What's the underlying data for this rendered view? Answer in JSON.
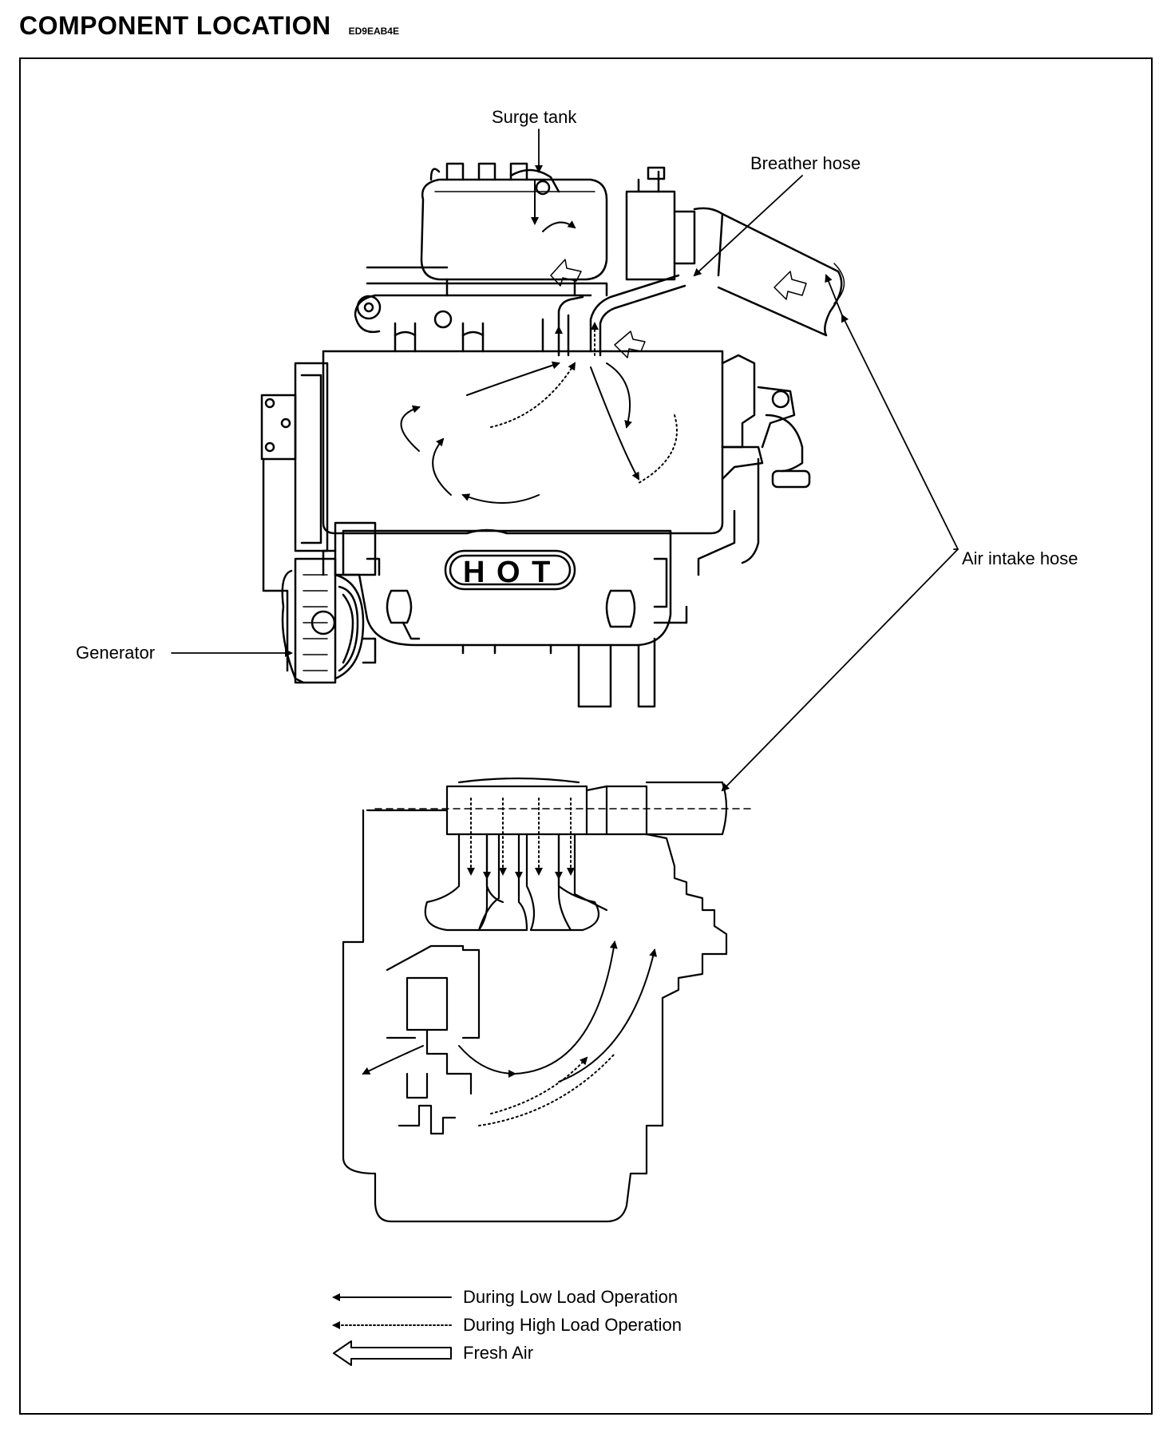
{
  "header": {
    "title": "COMPONENT LOCATION",
    "code": "ED9EAB4E"
  },
  "labels": {
    "surge_tank": "Surge tank",
    "breather_hose": "Breather hose",
    "air_intake_hose": "Air intake hose",
    "generator": "Generator",
    "hot": "H O T"
  },
  "legend": {
    "low_load": "During Low Load Operation",
    "high_load": "During High Load Operation",
    "fresh_air": "Fresh Air"
  }
}
